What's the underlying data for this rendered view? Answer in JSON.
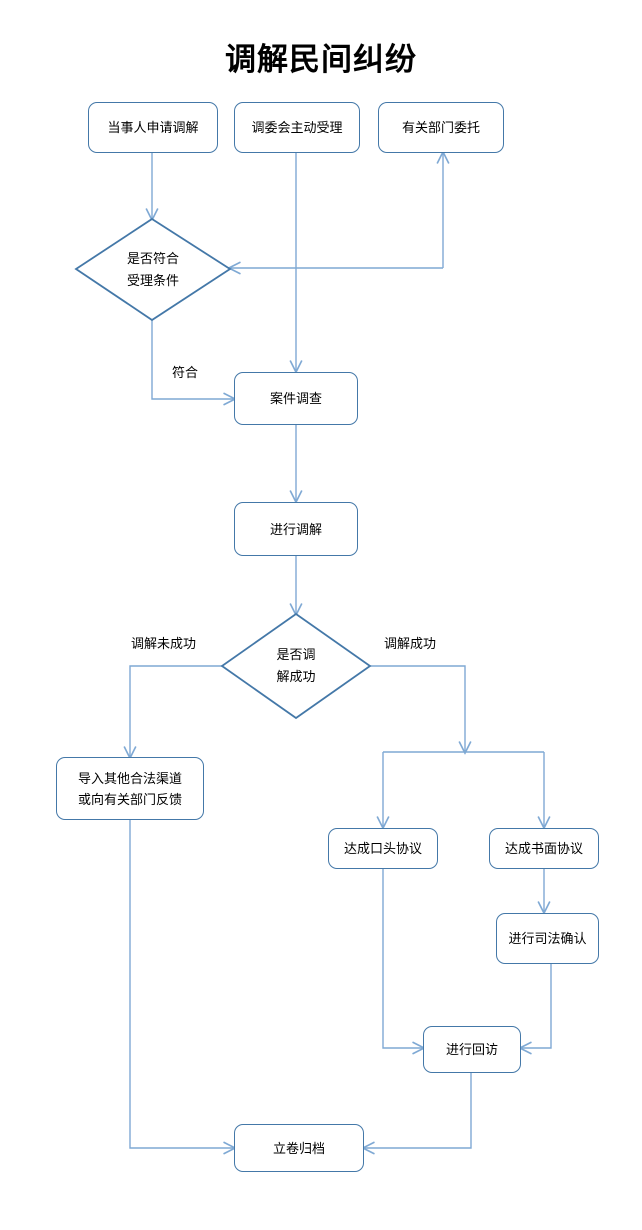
{
  "title": "调解民间纠纷",
  "colors": {
    "node_border": "#4478a8",
    "connector": "#7fa9d4",
    "connector_dark": "#4478a8",
    "text": "#000000",
    "background": "#ffffff"
  },
  "nodes": {
    "apply": {
      "label": "当事人申请调解",
      "shape": "rounded-rect"
    },
    "committee": {
      "label": "调委会主动受理",
      "shape": "rounded-rect"
    },
    "department": {
      "label": "有关部门委托",
      "shape": "rounded-rect"
    },
    "check_conditions": {
      "label_line1": "是否符合",
      "label_line2": "受理条件",
      "shape": "diamond"
    },
    "investigate": {
      "label": "案件调查",
      "shape": "rounded-rect"
    },
    "mediate": {
      "label": "进行调解",
      "shape": "rounded-rect"
    },
    "check_success": {
      "label_line1": "是否调",
      "label_line2": "解成功",
      "shape": "diamond"
    },
    "other_channel": {
      "label_line1": "导入其他合法渠道",
      "label_line2": "或向有关部门反馈",
      "shape": "rounded-rect"
    },
    "oral_agreement": {
      "label": "达成口头协议",
      "shape": "rounded-rect"
    },
    "written_agreement": {
      "label": "达成书面协议",
      "shape": "rounded-rect"
    },
    "judicial_confirm": {
      "label": "进行司法确认",
      "shape": "rounded-rect"
    },
    "follow_up": {
      "label": "进行回访",
      "shape": "rounded-rect"
    },
    "archive": {
      "label": "立卷归档",
      "shape": "rounded-rect"
    }
  },
  "edge_labels": {
    "qualified": "符合",
    "mediation_failed": "调解未成功",
    "mediation_succeeded": "调解成功"
  }
}
